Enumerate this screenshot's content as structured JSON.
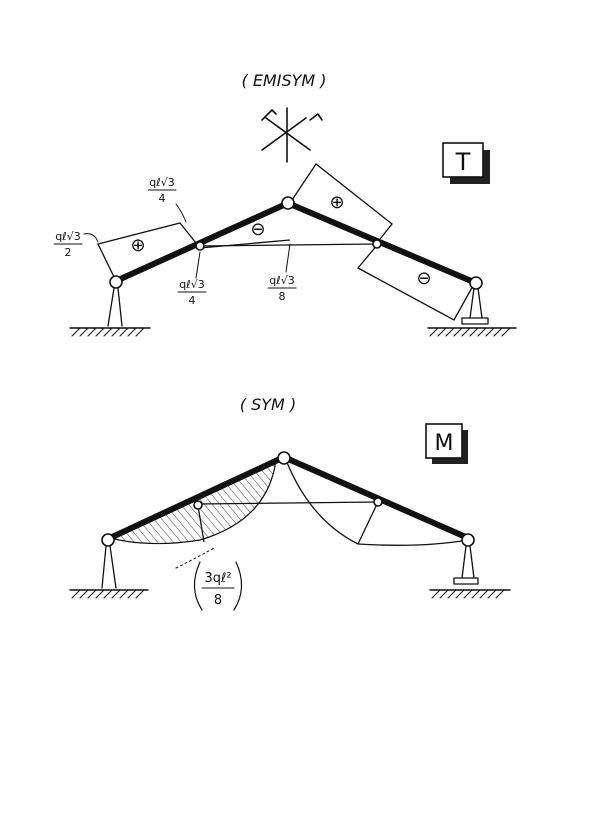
{
  "colors": {
    "ink": "#111111",
    "paper": "#ffffff",
    "shadow": "#222222"
  },
  "top_diagram": {
    "case_label": "( EMISYM )",
    "stamp_letter": "T",
    "sign_plus": "⊕",
    "sign_minus": "⊖",
    "labels": {
      "q1_num": "qℓ√3",
      "q1_den": "2",
      "q2_num": "qℓ√3",
      "q2_den": "4",
      "q3_num": "qℓ√3",
      "q3_den": "4",
      "q4_num": "qℓ√3",
      "q4_den": "8"
    },
    "icon": "hammer-pick-symbol-icon"
  },
  "bottom_diagram": {
    "case_label": "( SYM )",
    "stamp_letter": "M",
    "moment_num": "3qℓ²",
    "moment_den": "8"
  }
}
